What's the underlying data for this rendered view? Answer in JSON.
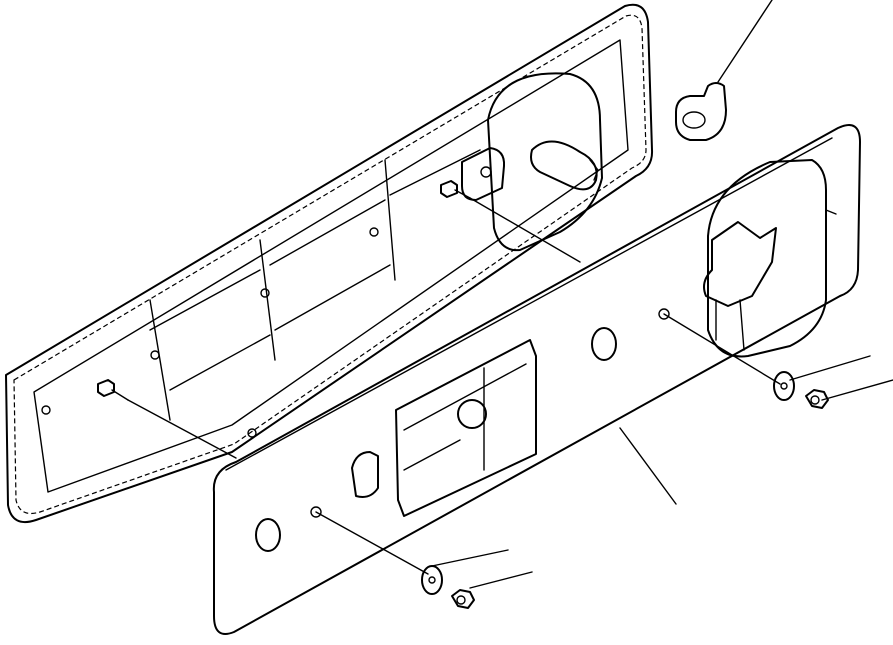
{
  "diagram": {
    "parts": [
      {
        "id": "gasket"
      },
      {
        "id": "cover"
      },
      {
        "id": "bracket"
      },
      {
        "id": "washer-left"
      },
      {
        "id": "nut-left"
      },
      {
        "id": "washer-right"
      },
      {
        "id": "nut-right"
      }
    ]
  }
}
